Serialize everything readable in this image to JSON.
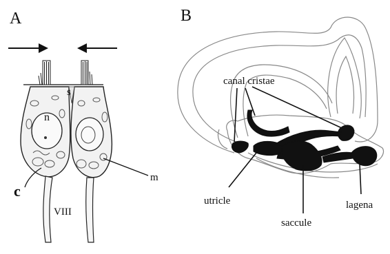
{
  "panel_a": {
    "letter": "A",
    "labels": {
      "s": "s",
      "n": "n",
      "m": "m",
      "c": "c",
      "nerve": "VIII"
    }
  },
  "panel_b": {
    "letter": "B",
    "labels": {
      "canal_cristae": "canal cristae",
      "utricle": "utricle",
      "saccule": "saccule",
      "lagena": "lagena"
    }
  }
}
